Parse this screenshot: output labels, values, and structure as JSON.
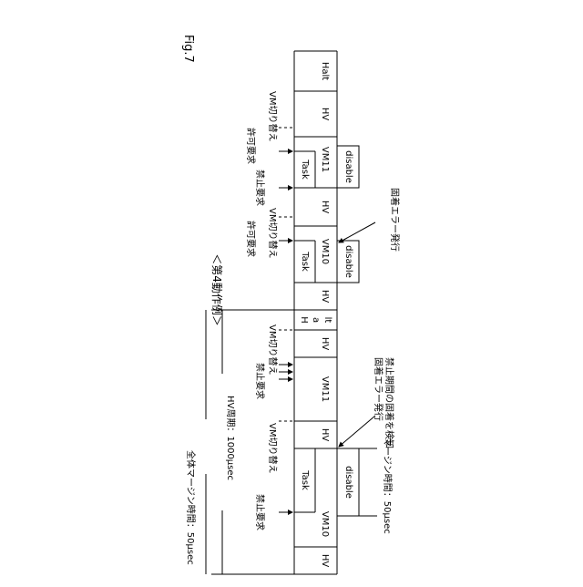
{
  "figure": {
    "label": "Fig.7",
    "title": "＜第4動作例＞"
  },
  "labels": {
    "margin_total": "全体マージン時間：50μsec",
    "hv_period": "HV周期：1000μsec",
    "margin_time": "マージン時間：50μsec",
    "detect_fault": "禁止期間の固着を検知",
    "fault_error": "固着エラー発行",
    "forbid_request": "禁止要求",
    "permit_request": "許可要求",
    "vm_switch": "VM切り替え"
  },
  "timeline": {
    "hv": "HV",
    "vm10": "VM10",
    "vm11": "VM11",
    "task": "Task",
    "disable": "disable",
    "halt": "Halt",
    "halt_h": "H",
    "halt_a": "a",
    "halt_lt": "lt"
  }
}
